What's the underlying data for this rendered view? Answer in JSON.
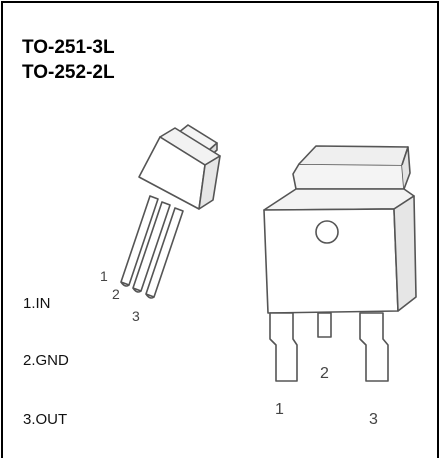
{
  "titles": {
    "line1": "TO-251-3L",
    "line2": "TO-252-2L"
  },
  "pins": [
    {
      "label": "1.IN"
    },
    {
      "label": "2.GND"
    },
    {
      "label": "3.OUT"
    }
  ],
  "to251_diagram": {
    "pin_numbers": [
      "1",
      "2",
      "3"
    ]
  },
  "to252_diagram": {
    "pin_numbers": [
      "1",
      "2",
      "3"
    ]
  },
  "colors": {
    "border": "#000000",
    "line": "#555555"
  }
}
